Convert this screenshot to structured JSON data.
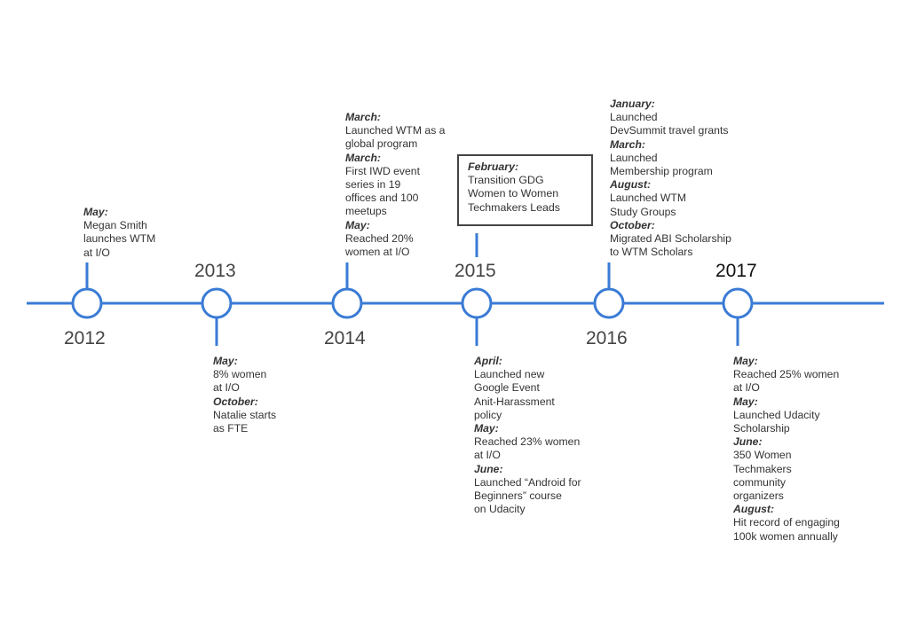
{
  "colors": {
    "line": "#3a7bd5",
    "text": "#333333",
    "box_border": "#444444"
  },
  "years": [
    {
      "year": "2012",
      "entries": [
        {
          "month": "May:",
          "text": "Megan Smith\nlaunches WTM\nat I/O"
        }
      ]
    },
    {
      "year": "2013",
      "entries": [
        {
          "month": "May:",
          "text": "8% women\nat I/O"
        },
        {
          "month": "October:",
          "text": "Natalie starts\nas FTE"
        }
      ]
    },
    {
      "year": "2014",
      "entries": [
        {
          "month": "March:",
          "text": "Launched WTM as a\nglobal program"
        },
        {
          "month": "March:",
          "text": "First IWD event\nseries in 19\noffices and 100\nmeetups"
        },
        {
          "month": "May:",
          "text": "Reached 20%\nwomen at I/O"
        }
      ]
    },
    {
      "year": "2015",
      "box": {
        "month": "February:",
        "text": "Transition GDG\nWomen to Women\nTechmakers Leads"
      },
      "entries": [
        {
          "month": "April:",
          "text": "Launched new\nGoogle Event\nAnit-Harassment\npolicy"
        },
        {
          "month": "May:",
          "text": "Reached 23% women\nat I/O"
        },
        {
          "month": "June:",
          "text": "Launched “Android for\nBeginners” course\non Udacity"
        }
      ]
    },
    {
      "year": "2016",
      "entries": [
        {
          "month": "January:",
          "text": "Launched\nDevSummit travel grants"
        },
        {
          "month": "March:",
          "text": "Launched\nMembership program"
        },
        {
          "month": "August:",
          "text": "Launched WTM\nStudy Groups"
        },
        {
          "month": "October:",
          "text": "Migrated ABI Scholarship\nto WTM Scholars"
        }
      ]
    },
    {
      "year": "2017",
      "entries": [
        {
          "month": "May:",
          "text": "Reached 25% women\nat I/O"
        },
        {
          "month": "May:",
          "text": "Launched Udacity\nScholarship"
        },
        {
          "month": "June:",
          "text": "350 Women\nTechmakers\ncommunity\norganizers"
        },
        {
          "month": "August:",
          "text": "Hit record of engaging\n100k women annually"
        }
      ]
    }
  ]
}
